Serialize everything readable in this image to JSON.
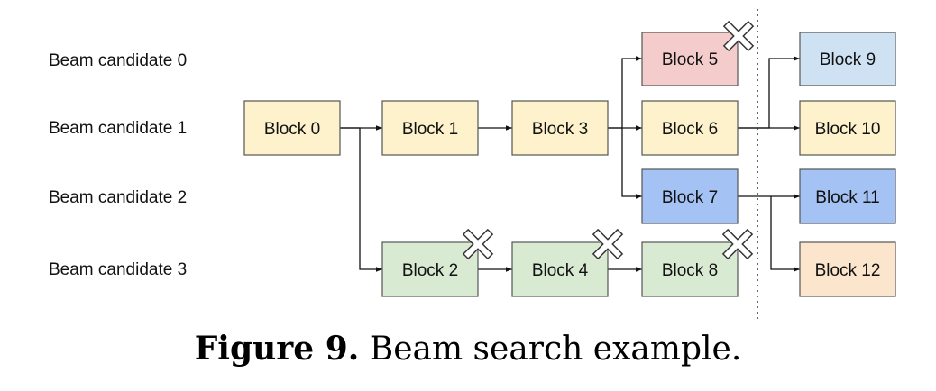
{
  "colors": {
    "yellow": "#fdf2cc",
    "red": "#f4cccc",
    "lightblue": "#cfe2f3",
    "blue": "#a4c2f4",
    "green": "#d9ead3",
    "orange": "#fce5cd"
  },
  "row_labels": [
    "Beam candidate 0",
    "Beam candidate 1",
    "Beam candidate 2",
    "Beam candidate 3"
  ],
  "blocks": [
    {
      "label": "Block 0",
      "color": "yellow",
      "pruned": false
    },
    {
      "label": "Block 1",
      "color": "yellow",
      "pruned": false
    },
    {
      "label": "Block 3",
      "color": "yellow",
      "pruned": false
    },
    {
      "label": "Block 5",
      "color": "red",
      "pruned": true
    },
    {
      "label": "Block 6",
      "color": "yellow",
      "pruned": false
    },
    {
      "label": "Block 7",
      "color": "blue",
      "pruned": false
    },
    {
      "label": "Block 2",
      "color": "green",
      "pruned": true
    },
    {
      "label": "Block 4",
      "color": "green",
      "pruned": true
    },
    {
      "label": "Block 8",
      "color": "green",
      "pruned": true
    },
    {
      "label": "Block 9",
      "color": "lightblue",
      "pruned": false
    },
    {
      "label": "Block 10",
      "color": "yellow",
      "pruned": false
    },
    {
      "label": "Block 11",
      "color": "blue",
      "pruned": false
    },
    {
      "label": "Block 12",
      "color": "orange",
      "pruned": false
    }
  ],
  "edges": [
    [
      "Block 0",
      "Block 1"
    ],
    [
      "Block 0",
      "Block 2"
    ],
    [
      "Block 1",
      "Block 3"
    ],
    [
      "Block 3",
      "Block 5"
    ],
    [
      "Block 3",
      "Block 6"
    ],
    [
      "Block 3",
      "Block 7"
    ],
    [
      "Block 2",
      "Block 4"
    ],
    [
      "Block 4",
      "Block 8"
    ],
    [
      "Block 6",
      "Block 9"
    ],
    [
      "Block 6",
      "Block 10"
    ],
    [
      "Block 7",
      "Block 11"
    ],
    [
      "Block 7",
      "Block 12"
    ]
  ],
  "caption": {
    "label": "Figure 9.",
    "text": "Beam search example."
  }
}
